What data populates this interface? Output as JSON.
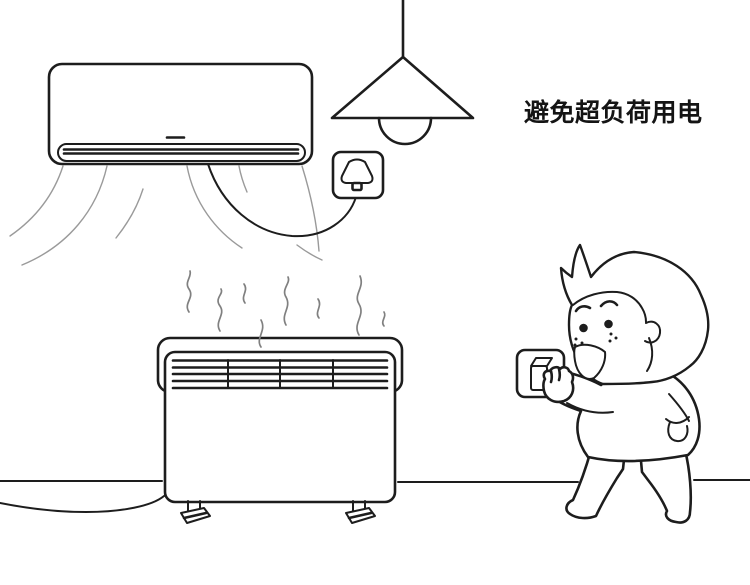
{
  "caption": {
    "text": "避免超负荷用电"
  },
  "palette": {
    "paper": "#ffffff",
    "ink": "#1d1d1d",
    "soft": "#9a9a9a",
    "heat": "#808080",
    "caption": "#141414"
  },
  "scene": {
    "objects": [
      {
        "id": "air-conditioner",
        "label": "wall-mounted air conditioner blowing cool air"
      },
      {
        "id": "airflow-lines",
        "label": "air stream lines under air conditioner"
      },
      {
        "id": "pendant-lamp",
        "label": "cone pendant lamp with bulb"
      },
      {
        "id": "wall-outlet",
        "label": "wall outlet with plug inserted"
      },
      {
        "id": "ac-power-cord",
        "label": "cord from air conditioner to outlet"
      },
      {
        "id": "heater",
        "label": "electric convector heater on feet"
      },
      {
        "id": "heat-waves",
        "label": "heat squiggles rising from heater"
      },
      {
        "id": "heater-cord",
        "label": "heater power cord on floor"
      },
      {
        "id": "floor-line",
        "label": "baseboard floor line"
      },
      {
        "id": "light-switch",
        "label": "wall rocker light switch"
      },
      {
        "id": "boy",
        "label": "boy pressing the light switch"
      }
    ]
  }
}
